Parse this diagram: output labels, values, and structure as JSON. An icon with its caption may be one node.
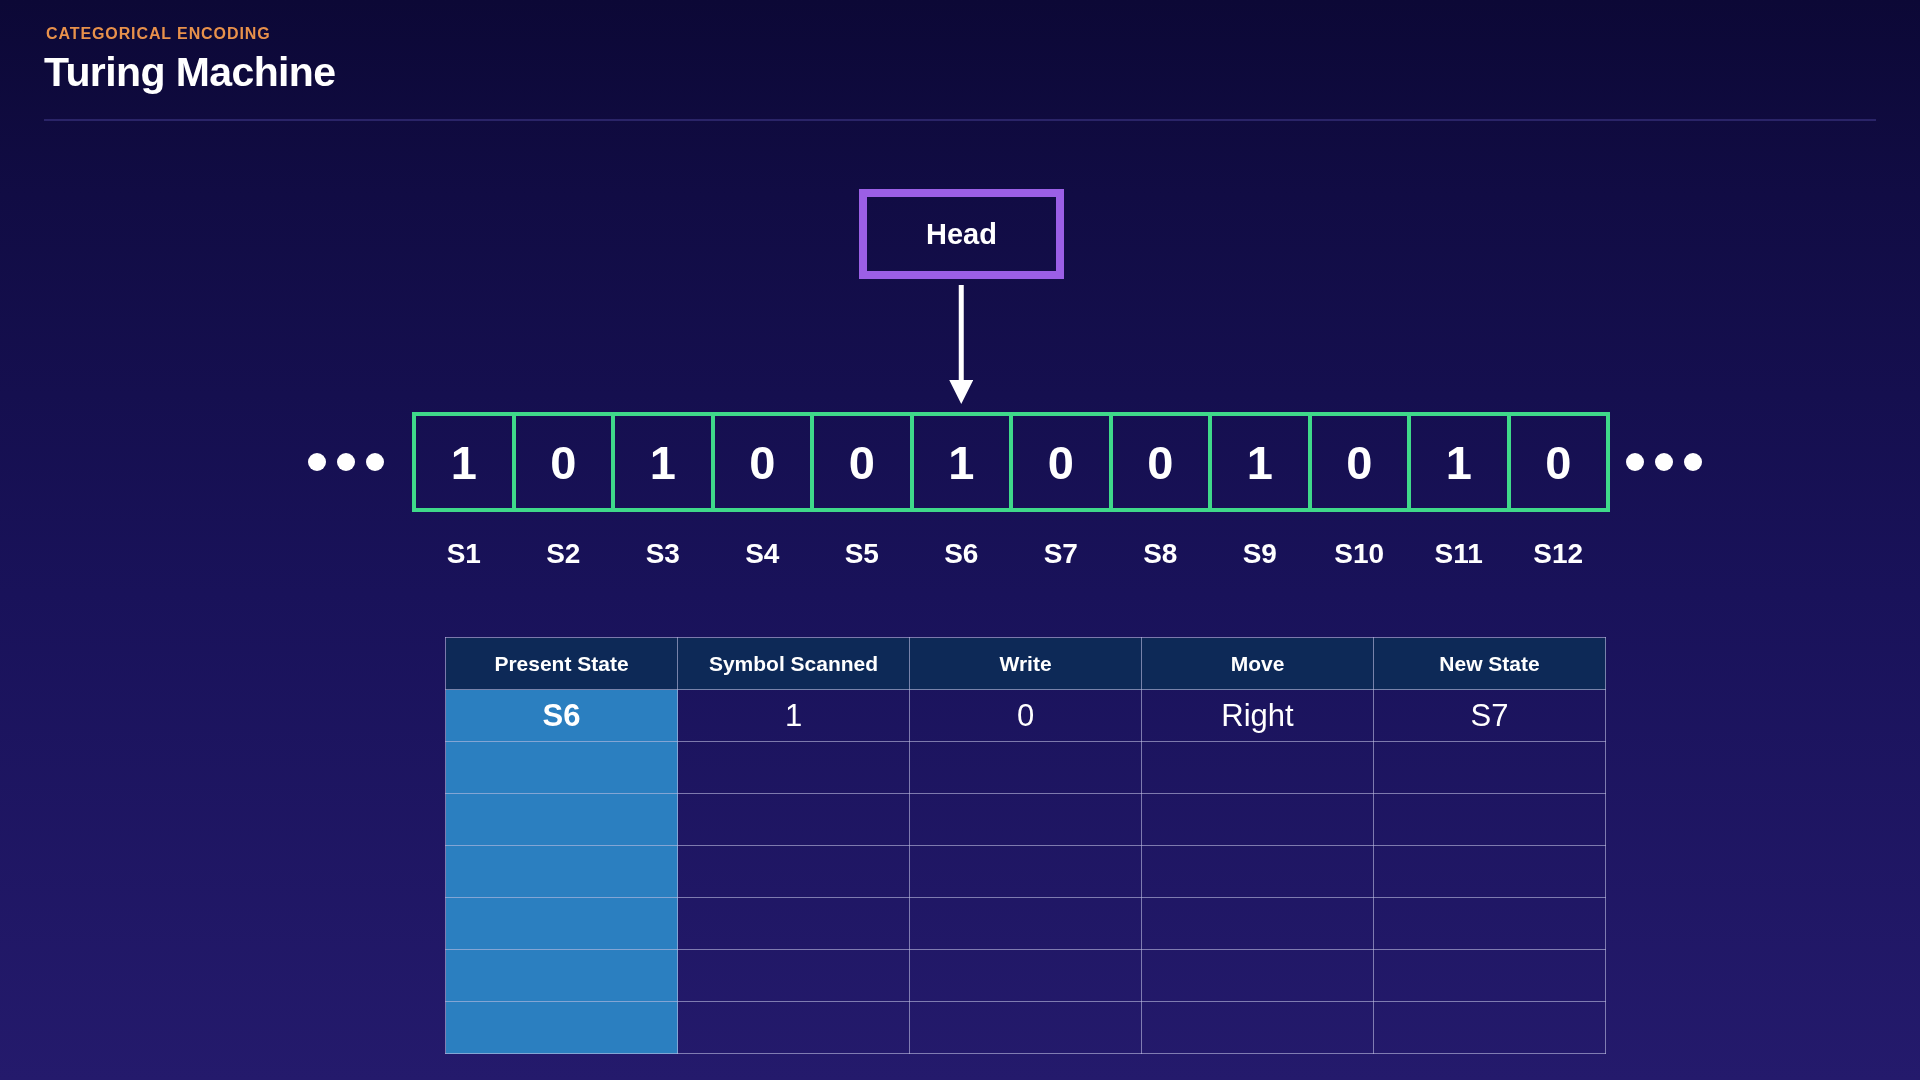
{
  "diagram": {
    "title": "Turing Machine",
    "nodes": [
      {
        "text": [
          "Head"
        ]
      },
      {
        "text": [
          "1"
        ],
        "beside": [
          "S1"
        ]
      },
      {
        "text": [
          "0"
        ],
        "beside": [
          "S2"
        ]
      },
      {
        "text": [
          "1"
        ],
        "beside": [
          "S3"
        ]
      },
      {
        "text": [
          "0"
        ],
        "beside": [
          "S4"
        ]
      },
      {
        "text": [
          "0"
        ],
        "beside": [
          "S5"
        ]
      },
      {
        "text": [
          "1"
        ],
        "beside": [
          "S6"
        ]
      },
      {
        "text": [
          "0"
        ],
        "beside": [
          "S7"
        ]
      },
      {
        "text": [
          "0"
        ],
        "beside": [
          "S8"
        ]
      },
      {
        "text": [
          "1"
        ],
        "beside": [
          "S9"
        ]
      },
      {
        "text": [
          "0"
        ],
        "beside": [
          "S10"
        ]
      },
      {
        "text": [
          "1"
        ],
        "beside": [
          "S11"
        ]
      },
      {
        "text": [
          "0"
        ],
        "beside": [
          "S12"
        ]
      }
    ],
    "edges": [
      {
        "from": 0,
        "to": 6,
        "arrow": "to"
      }
    ],
    "labels": [
      "CATEGORICAL ENCODING",
      "Present State",
      "Symbol Scanned",
      "Write",
      "Move",
      "New State",
      "S6",
      "1",
      "0",
      "Right",
      "S7"
    ]
  }
}
